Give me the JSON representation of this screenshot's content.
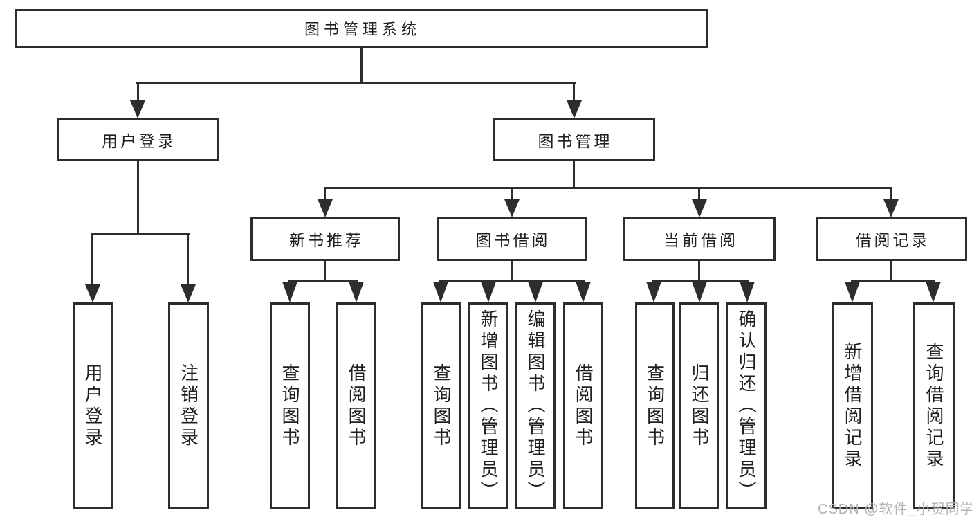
{
  "colors": {
    "line": "#2d2d2d",
    "text": "#1f1f1f",
    "background": "#ffffff",
    "watermark_color": "#b3b3b3"
  },
  "nodes": {
    "root": "图书管理系统",
    "level2": [
      "用户登录",
      "图书管理"
    ],
    "level3": [
      "新书推荐",
      "图书借阅",
      "当前借阅",
      "借阅记录"
    ],
    "leaves": [
      "用户登录",
      "注销登录",
      "查询图书",
      "借阅图书",
      "查询图书",
      "新增图书（管理员）",
      "编辑图书（管理员）",
      "借阅图书",
      "查询图书",
      "归还图书",
      "确认归还（管理员）",
      "新增借阅记录",
      "查询借阅记录"
    ]
  },
  "watermark": {
    "text": "CSDN @软件_小贺同学"
  }
}
